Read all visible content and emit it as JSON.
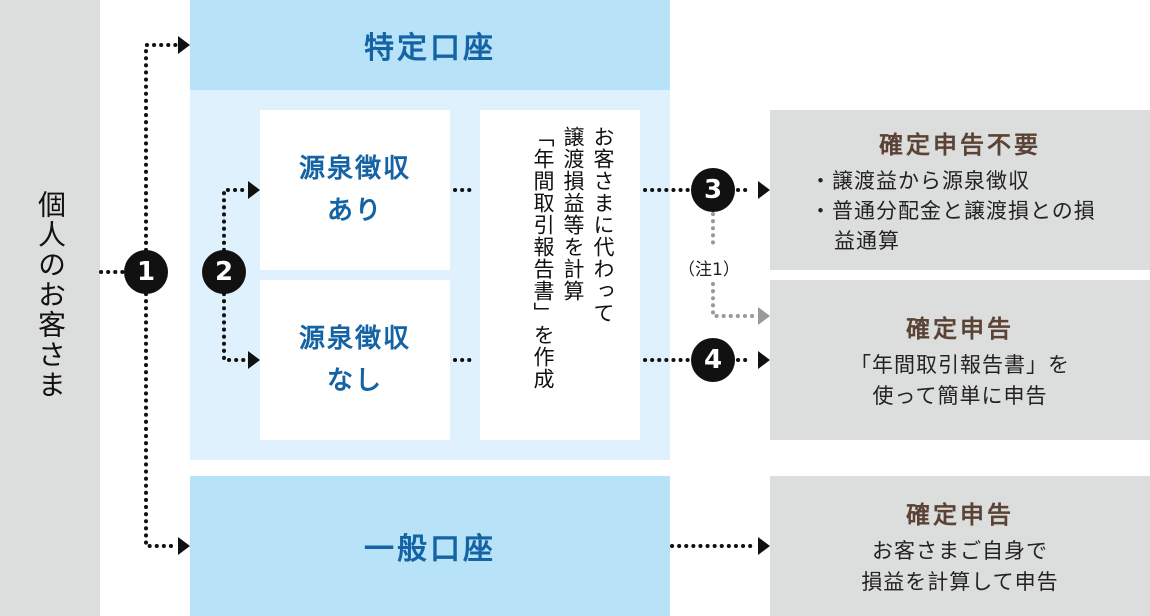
{
  "customer": {
    "label": "個人のお客さま"
  },
  "specific_account": {
    "title": "特定口座",
    "withholding_yes": {
      "line1": "源泉徴収",
      "line2": "あり"
    },
    "withholding_no": {
      "line1": "源泉徴収",
      "line2": "なし"
    },
    "report_box": {
      "lines": [
        "お客さまに代わって",
        "譲渡損益等を計算",
        "「年間取引報告書」を作成"
      ]
    }
  },
  "general_account": {
    "title": "一般口座"
  },
  "steps": {
    "one": "1",
    "two": "2",
    "three": "3",
    "four": "4"
  },
  "note": "（注1）",
  "results": {
    "no_filing": {
      "title": "確定申告不要",
      "bullets": [
        "・譲渡益から源泉徴収",
        "・普通分配金と譲渡損との損益通算"
      ]
    },
    "filing_easy": {
      "title": "確定申告",
      "lines": [
        "「年間取引報告書」を",
        "使って簡単に申告"
      ]
    },
    "filing_self": {
      "title": "確定申告",
      "lines": [
        "お客さまご自身で",
        "損益を計算して申告"
      ]
    }
  },
  "colors": {
    "account_header": "#b8e2f7",
    "account_body": "#dff1fc",
    "account_text": "#1464a5",
    "result_bg": "#dcdddd",
    "result_title": "#5a4335",
    "note_line": "#999999"
  }
}
